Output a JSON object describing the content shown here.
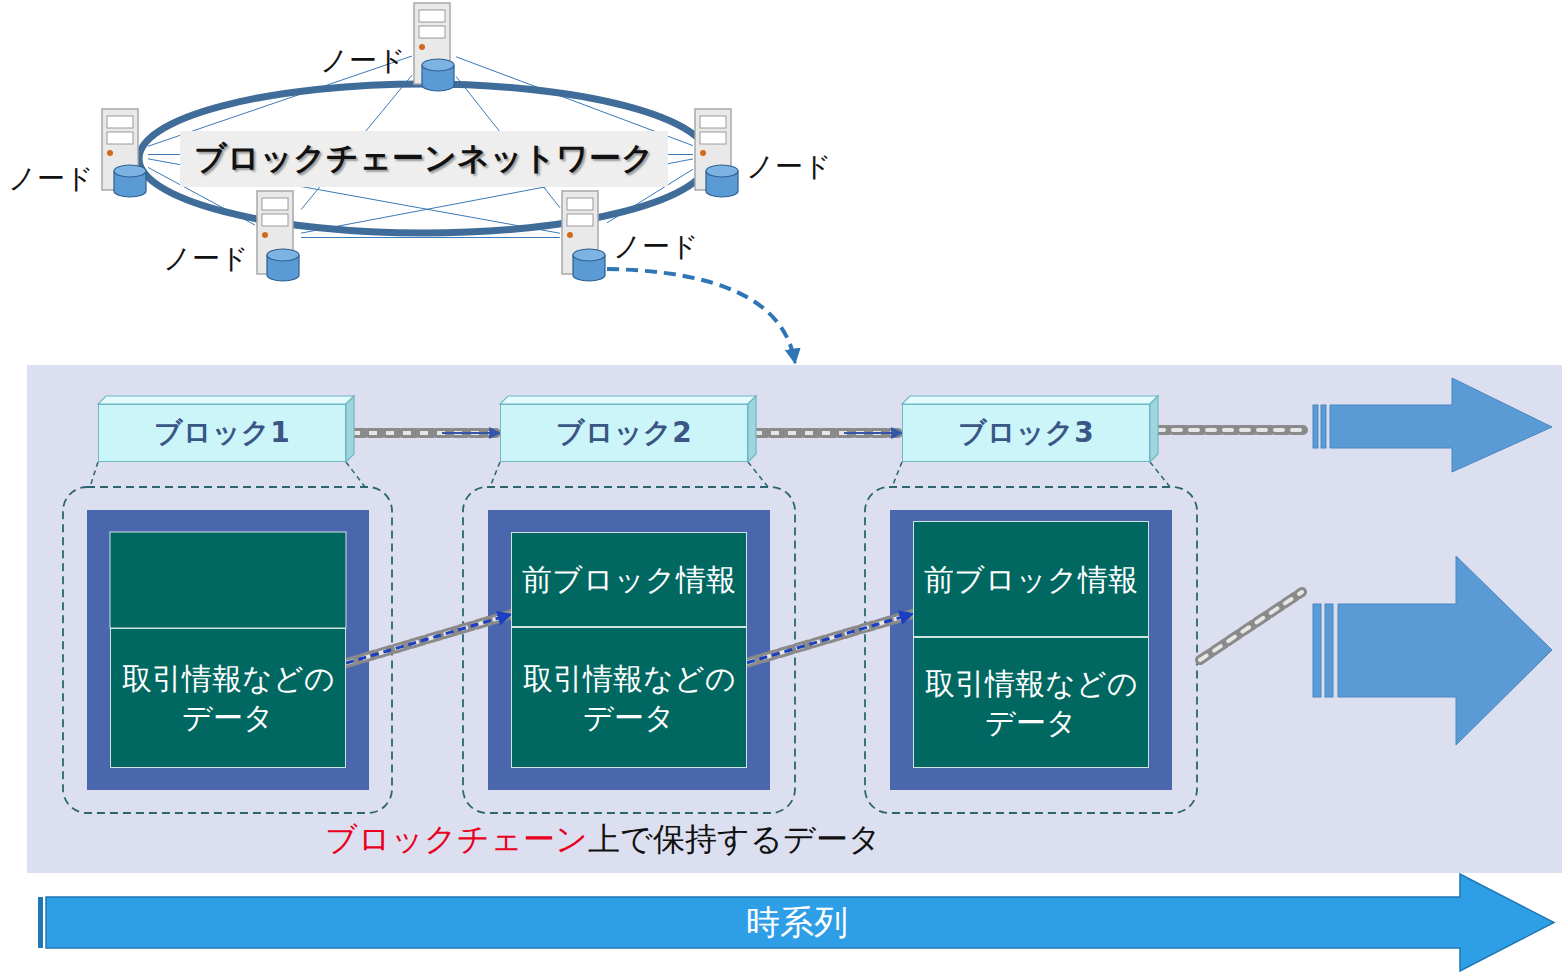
{
  "diagram": {
    "nodes": [
      {
        "text": [
          "ブロックチェーンネットワーク"
        ]
      },
      {
        "text": [
          "ノード"
        ]
      },
      {
        "text": [
          "ノード"
        ]
      },
      {
        "text": [
          "ノード"
        ]
      },
      {
        "text": [
          "ノード"
        ]
      },
      {
        "text": [
          "ノード"
        ]
      },
      {
        "text": [
          "ブロックチェーン",
          "上で保持するデータ"
        ]
      },
      {
        "text": [
          "ブロック1"
        ],
        "in": 6
      },
      {
        "text": [
          "ブロック2"
        ],
        "in": 6
      },
      {
        "text": [
          "ブロック3"
        ],
        "in": 6
      },
      {
        "text": [
          "取引情報などの データ"
        ],
        "in": 6
      },
      {
        "text": [
          "前ブロック情報"
        ],
        "in": 6
      },
      {
        "text": [
          "取引情報などの データ"
        ],
        "in": 6
      },
      {
        "text": [
          "前ブロック情報"
        ],
        "in": 6
      },
      {
        "text": [
          "取引情報などの データ"
        ],
        "in": 6
      },
      {
        "text": [
          "時系列"
        ]
      }
    ],
    "edges": [
      {
        "from": 1,
        "to": 2,
        "arrow": "none"
      },
      {
        "from": 1,
        "to": 3,
        "arrow": "none"
      },
      {
        "from": 1,
        "to": 4,
        "arrow": "none"
      },
      {
        "from": 1,
        "to": 5,
        "arrow": "none"
      },
      {
        "from": 2,
        "to": 3,
        "arrow": "none"
      },
      {
        "from": 2,
        "to": 4,
        "arrow": "none"
      },
      {
        "from": 2,
        "to": 5,
        "arrow": "none"
      },
      {
        "from": 3,
        "to": 4,
        "arrow": "none"
      },
      {
        "from": 3,
        "to": 5,
        "arrow": "none"
      },
      {
        "from": 4,
        "to": 5,
        "arrow": "none"
      },
      {
        "from": 5,
        "to": 6,
        "arrow": "to"
      },
      {
        "from": 7,
        "to": 8,
        "arrow": "to"
      },
      {
        "from": 8,
        "to": 9,
        "arrow": "to"
      },
      {
        "from": 10,
        "to": 11,
        "arrow": "to"
      },
      {
        "from": 12,
        "to": 13,
        "arrow": "to"
      }
    ]
  }
}
